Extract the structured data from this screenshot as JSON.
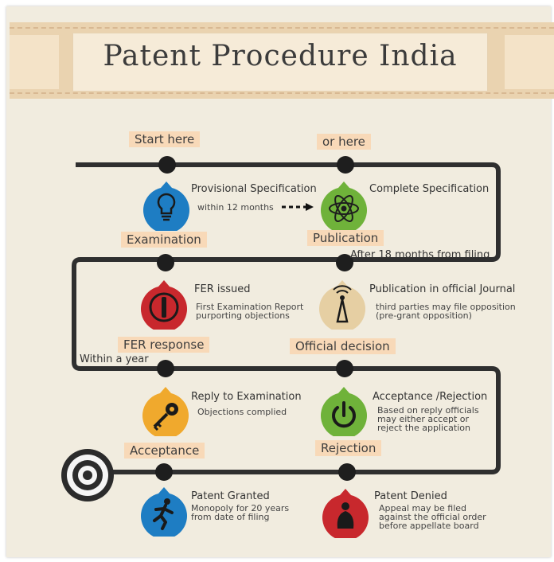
{
  "title": "Patent Procedure India",
  "colors": {
    "background": "#f1ecdf",
    "banner": "#ead3b0",
    "tag": "#f8d9b8",
    "path": "#2f2f2f",
    "blue_icon": "#1e7dc3",
    "green_icon": "#6fb23a",
    "red_icon": "#c8282d",
    "beige_icon": "#e6cfa3",
    "yellow_icon": "#f0a92d"
  },
  "row1": {
    "tag_left": "Start here",
    "tag_right": "or here",
    "left": {
      "icon": "lightbulb-icon",
      "title": "Provisional Specification",
      "note": "within 12 months"
    },
    "right": {
      "icon": "atom-icon",
      "title": "Complete Specification"
    }
  },
  "row2": {
    "tag_left": "Examination",
    "tag_right": "Publication",
    "note_right": "After 18 months from filing",
    "left": {
      "icon": "power-stop-icon",
      "title": "FER issued",
      "lines": [
        "First Examination Report",
        "purporting objections"
      ]
    },
    "right": {
      "icon": "antenna-tower-icon",
      "title": "Publication in official Journal",
      "lines": [
        "third parties may file opposition",
        "(pre-grant opposition)"
      ]
    }
  },
  "row3": {
    "tag_left": "FER response",
    "tag_right": "Official decision",
    "note_left": "Within a year",
    "left": {
      "icon": "key-icon",
      "title": "Reply to Examination",
      "lines": [
        "Objections complied"
      ]
    },
    "right": {
      "icon": "power-button-icon",
      "title": "Acceptance /Rejection",
      "lines": [
        "Based on reply officials",
        "may either accept or",
        "reject the application"
      ]
    }
  },
  "row4": {
    "tag_left": "Acceptance",
    "tag_right": "Rejection",
    "left": {
      "icon": "running-man-icon",
      "title": "Patent Granted",
      "lines": [
        "Monopoly for 20 years",
        "from date of filing"
      ]
    },
    "right": {
      "icon": "crouching-man-icon",
      "title": "Patent Denied",
      "lines": [
        "Appeal may be filed",
        "against the official order",
        "before appellate board"
      ]
    }
  }
}
